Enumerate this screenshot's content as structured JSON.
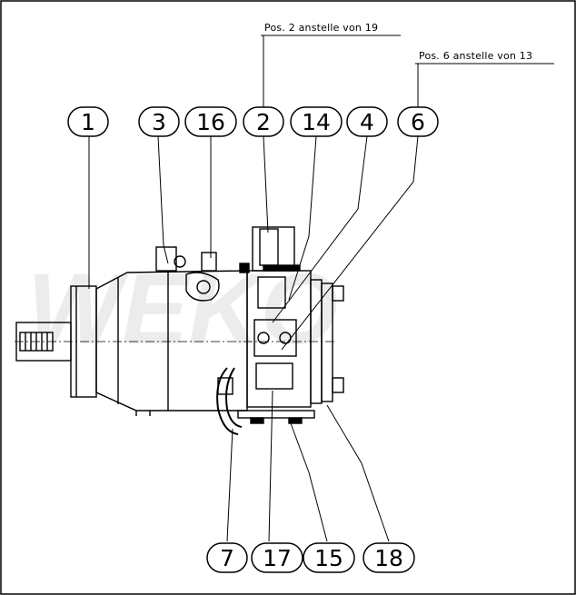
{
  "notes": {
    "pos2": "Pos. 2 anstelle von 19",
    "pos6": "Pos. 6 anstelle von 13"
  },
  "callouts": {
    "top": [
      "1",
      "3",
      "16",
      "2",
      "14",
      "4",
      "6"
    ],
    "bottom": [
      "7",
      "17",
      "15",
      "18"
    ]
  },
  "watermark": "WEKO"
}
